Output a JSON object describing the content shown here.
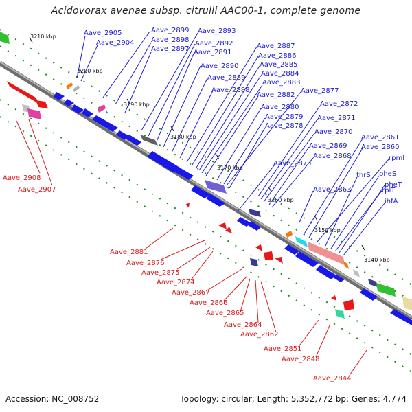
{
  "title": "Acidovorax avenae subsp. citrulli AAC00-1, complete genome",
  "footer": {
    "accession": "Accession: NC_008752",
    "summary": "Topology: circular; Length: 5,352,772 bp; Genes: 4,774"
  },
  "colors": {
    "forward": "#1818e8",
    "reverse": "#e81818",
    "backbone": "#808080",
    "tick": "#1a8a1a"
  },
  "kbp_ticks": [
    "3210 kbp",
    "3200 kbp",
    "3190 kbp",
    "3180 kbp",
    "3170 kbp",
    "3160 kbp",
    "3150 kbp",
    "3140 kbp"
  ],
  "forward_labels": [
    "Aave_2905",
    "Aave_2904",
    "Aave_2899",
    "Aave_2898",
    "Aave_2897",
    "Aave_2893",
    "Aave_2892",
    "Aave_2891",
    "Aave_2890",
    "Aave_2889",
    "Aave_2888",
    "Aave_2887",
    "Aave_2886",
    "Aave_2885",
    "Aave_2884",
    "Aave_2883",
    "Aave_2882",
    "Aave_2877",
    "Aave_2880",
    "Aave_2879",
    "Aave_2878",
    "Aave_2872",
    "Aave_2871",
    "Aave_2870",
    "Aave_2869",
    "Aave_2868",
    "Aave_2873",
    "Aave_2863",
    "Aave_2861",
    "Aave_2860",
    "rpmI",
    "thrS",
    "pheS",
    "rplT",
    "pheT",
    "ihfA"
  ],
  "reverse_labels": [
    "Aave_2908",
    "Aave_2907",
    "Aave_2881",
    "Aave_2876",
    "Aave_2875",
    "Aave_2874",
    "Aave_2867",
    "Aave_2866",
    "Aave_2865",
    "Aave_2864",
    "Aave_2862",
    "Aave_2851",
    "Aave_2848",
    "Aave_2844"
  ]
}
